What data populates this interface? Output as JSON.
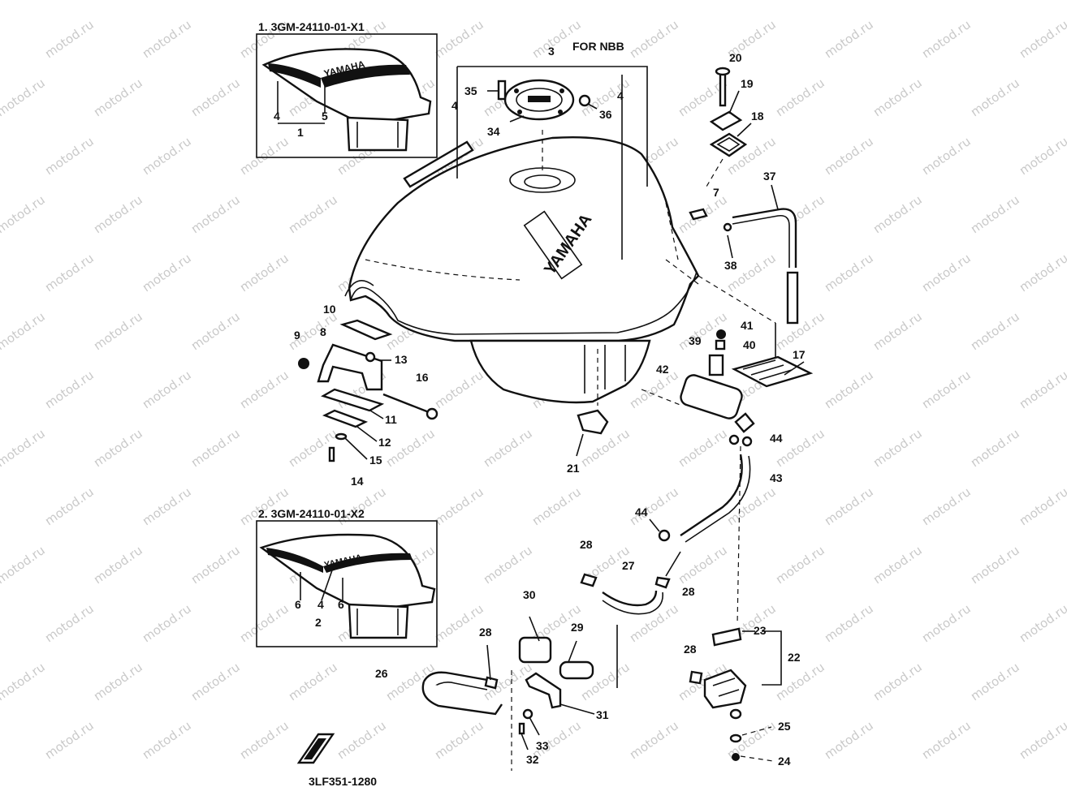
{
  "watermark": "motod.ru",
  "titles": {
    "variant1": "1. 3GM-24110-01-X1",
    "variant2": "2. 3GM-24110-01-X2",
    "for_note": "FOR NBB",
    "diagram_code": "3LF351-1280",
    "logo_text": "YAMAHA"
  },
  "callouts": {
    "n1": "1",
    "n2": "2",
    "n3": "3",
    "n4a": "4",
    "n4b": "4",
    "n4c": "4",
    "n4d": "4",
    "n5": "5",
    "n6a": "6",
    "n6b": "6",
    "n7": "7",
    "n8": "8",
    "n9": "9",
    "n10": "10",
    "n11": "11",
    "n12": "12",
    "n13": "13",
    "n14": "14",
    "n15": "15",
    "n16": "16",
    "n17": "17",
    "n18": "18",
    "n19": "19",
    "n20": "20",
    "n21": "21",
    "n22": "22",
    "n23": "23",
    "n24": "24",
    "n25": "25",
    "n26": "26",
    "n27": "27",
    "n28a": "28",
    "n28b": "28",
    "n28c": "28",
    "n28d": "28",
    "n29": "29",
    "n30": "30",
    "n31": "31",
    "n32": "32",
    "n33": "33",
    "n34": "34",
    "n35": "35",
    "n36": "36",
    "n37": "37",
    "n38": "38",
    "n39": "39",
    "n40": "40",
    "n41": "41",
    "n42": "42",
    "n43": "43",
    "n44a": "44",
    "n44b": "44"
  }
}
